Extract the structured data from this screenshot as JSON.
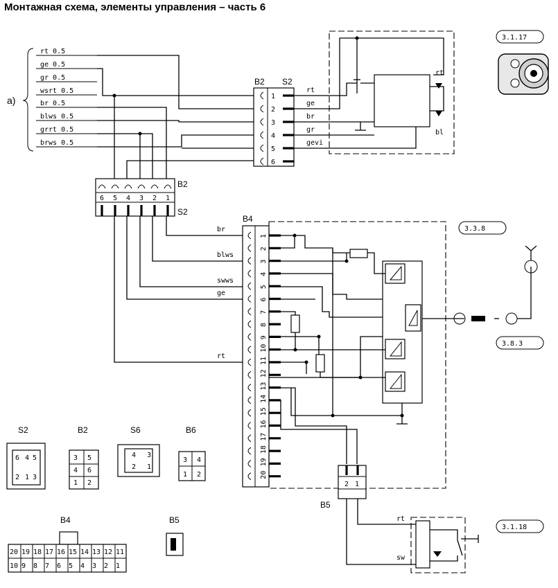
{
  "title": "Монтажная схема, элементы управления – часть 6",
  "left_bundle": {
    "marker": "a)",
    "wires": [
      "rt 0.5",
      "ge 0.5",
      "gr 0.5",
      "wsrt 0.5",
      "br 0.5",
      "blws 0.5",
      "grrt 0.5",
      "brws 0.5"
    ]
  },
  "connectors": {
    "top_b2": "B2",
    "top_s2": "S2",
    "top_pins": [
      "1",
      "2",
      "3",
      "4",
      "5",
      "6"
    ],
    "top_wire_labels": [
      "rt",
      "ge",
      "br",
      "gr",
      "gevi"
    ],
    "mid_b2": "B2",
    "mid_s2": "S2",
    "mid_pins": [
      "6",
      "5",
      "4",
      "3",
      "2",
      "1"
    ],
    "b4": "B4",
    "b4_pins": [
      "1",
      "2",
      "3",
      "4",
      "5",
      "6",
      "7",
      "8",
      "9",
      "10",
      "11",
      "12",
      "13",
      "14",
      "15",
      "16",
      "17",
      "18",
      "19",
      "20"
    ],
    "b4_wire_labels": [
      "br",
      "blws",
      "swws",
      "ge",
      "rt"
    ],
    "b5": "B5",
    "b5_pins": [
      "2",
      "1"
    ],
    "b5_wire_labels": [
      "rt",
      "sw"
    ]
  },
  "module_top": {
    "lamp_labels": [
      "rt",
      "bl"
    ]
  },
  "references": [
    "3.1.17",
    "3.3.8",
    "3.8.3",
    "3.1.18"
  ],
  "legend": {
    "s2": {
      "name": "S2",
      "pins": [
        "6",
        "4",
        "5",
        "2",
        "1",
        "3"
      ]
    },
    "b2": {
      "name": "B2",
      "pins": [
        "3",
        "5",
        "6",
        "1",
        "2",
        "4"
      ]
    },
    "s6": {
      "name": "S6",
      "pins": [
        "4",
        "3",
        "2",
        "1"
      ]
    },
    "b6": {
      "name": "B6",
      "pins": [
        "3",
        "4",
        "1",
        "2"
      ]
    },
    "b4": {
      "name": "B4",
      "row_top": [
        "20",
        "19",
        "18",
        "17",
        "16",
        "15",
        "14",
        "13",
        "12",
        "11"
      ],
      "row_bottom": [
        "10",
        "9",
        "8",
        "7",
        "6",
        "5",
        "4",
        "3",
        "2",
        "1"
      ]
    },
    "b5": {
      "name": "B5"
    }
  }
}
